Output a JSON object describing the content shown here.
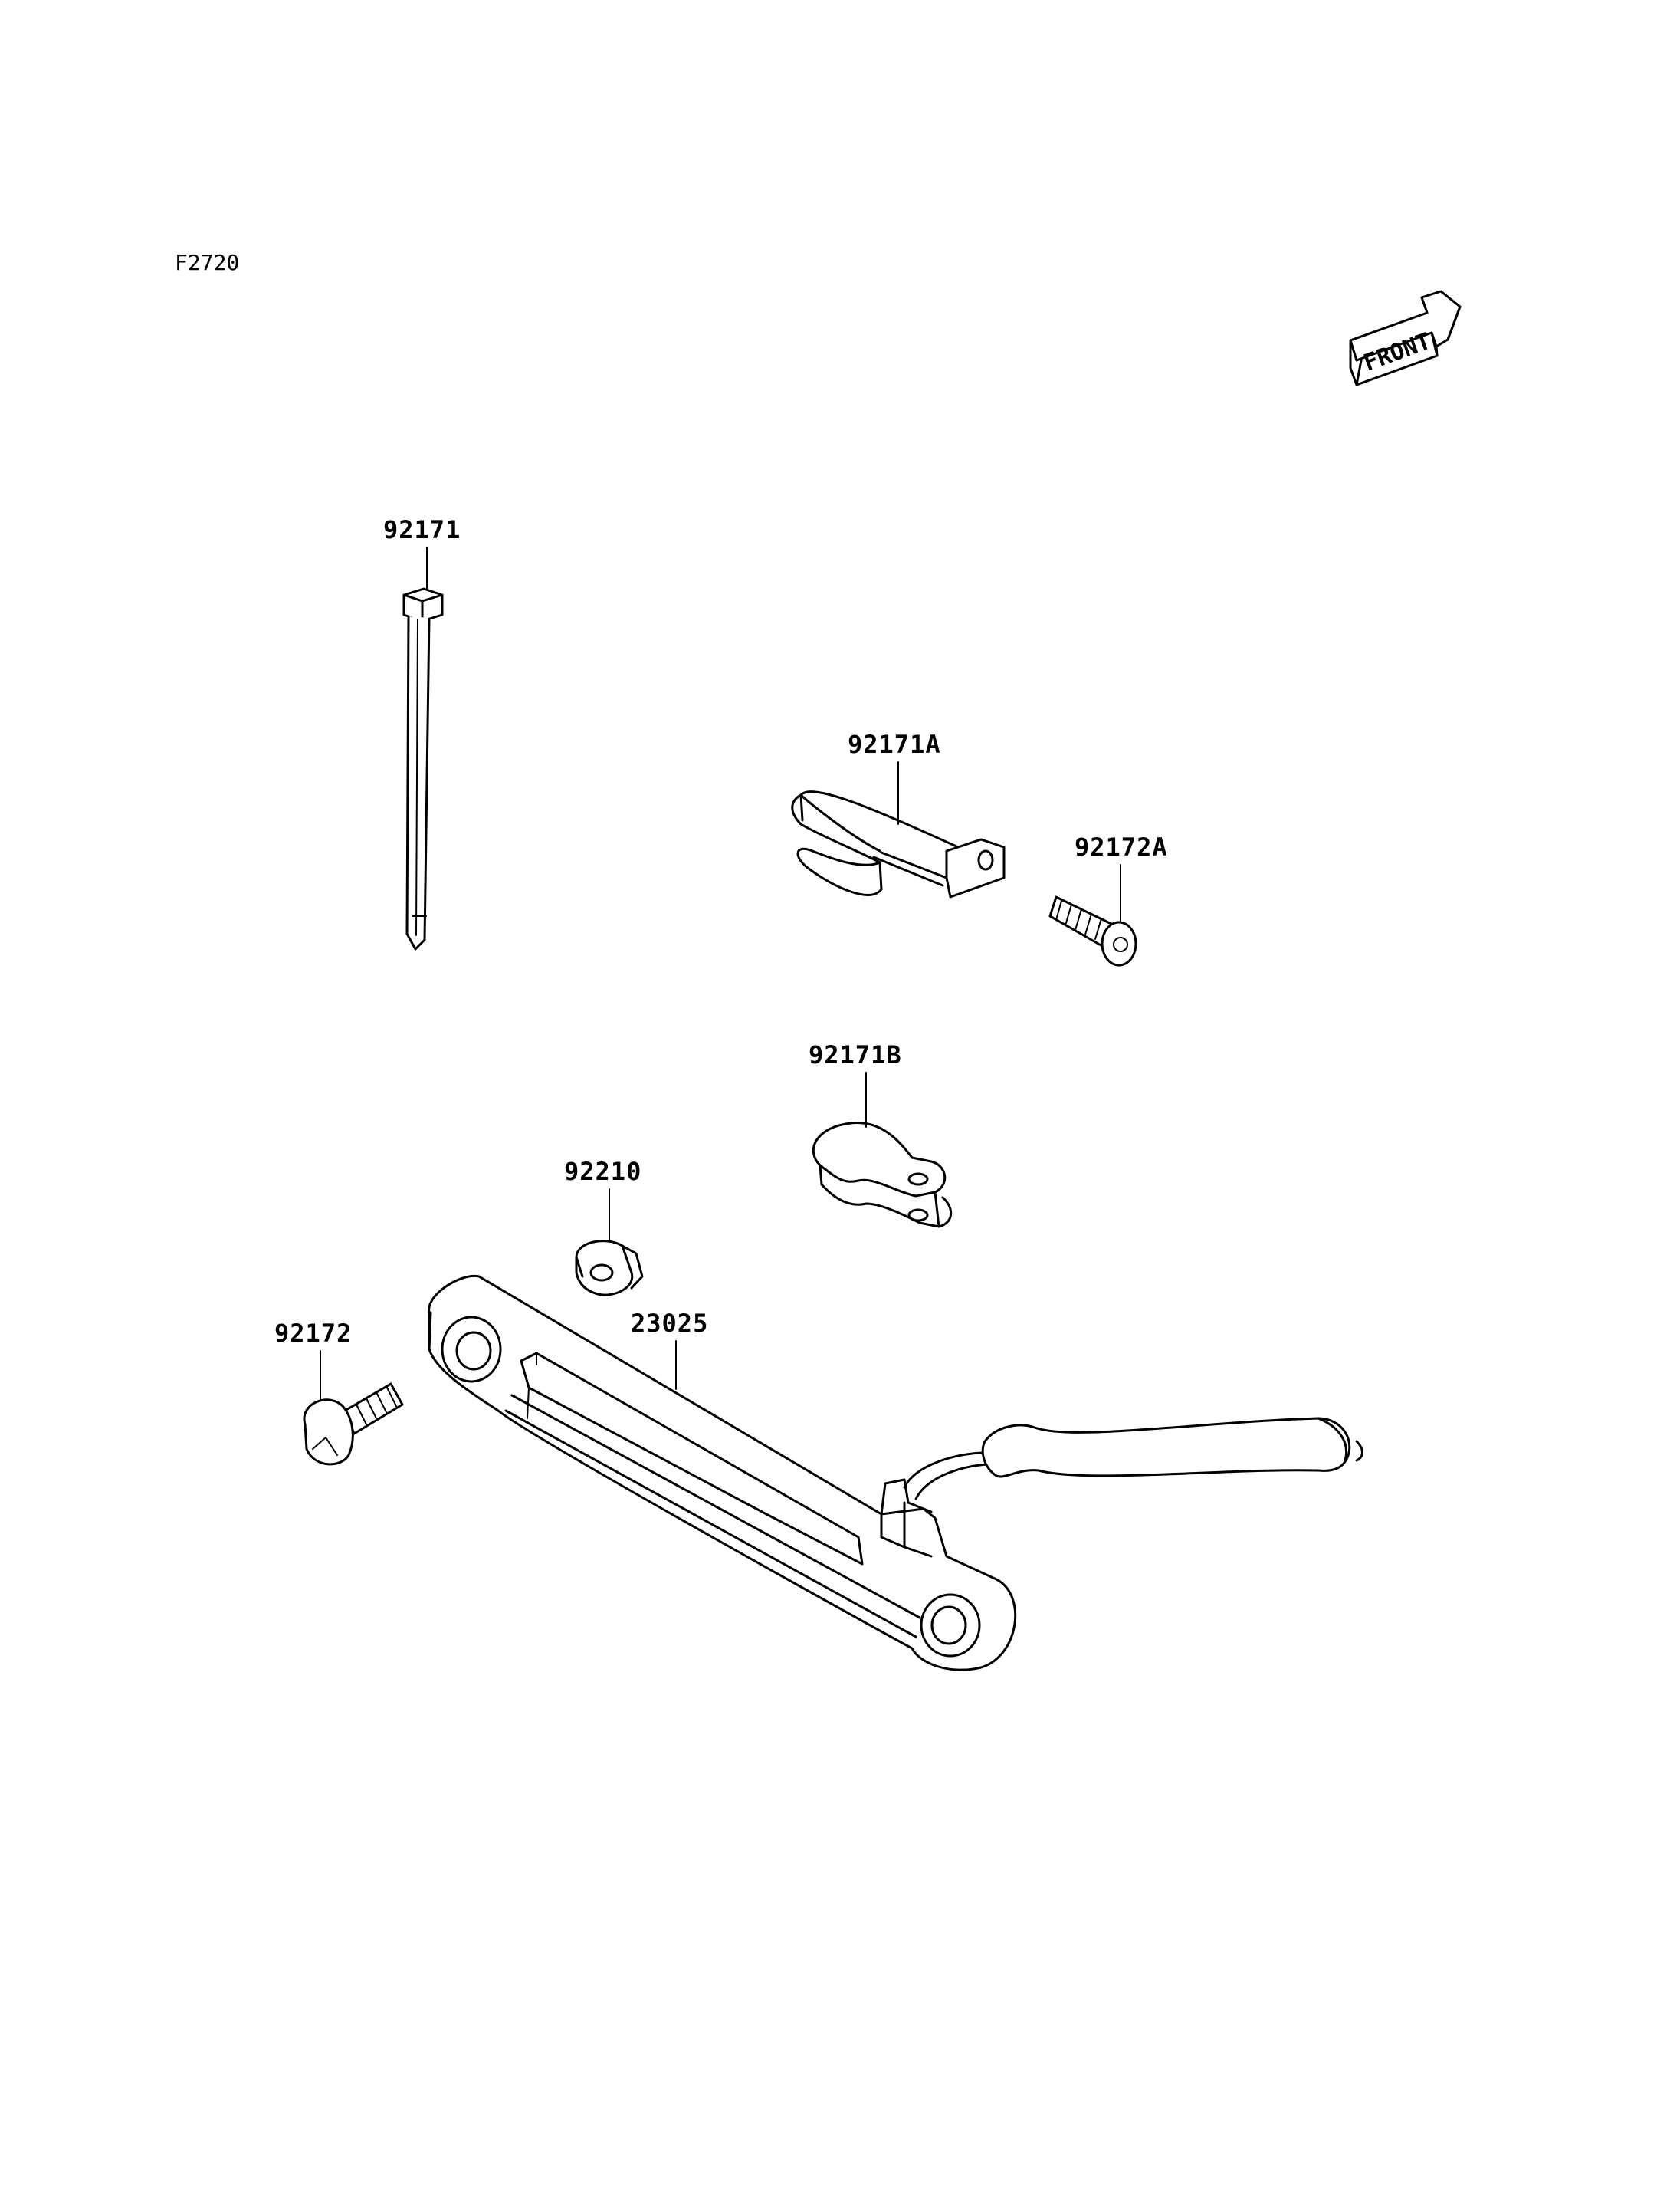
{
  "diagram_id": "F2720",
  "front_label": "FRONT",
  "parts": [
    {
      "label": "92171",
      "part": "cable-tie"
    },
    {
      "label": "92171A",
      "part": "clamp-bracket"
    },
    {
      "label": "92172A",
      "part": "button-head-bolt"
    },
    {
      "label": "92171B",
      "part": "p-clamp"
    },
    {
      "label": "92210",
      "part": "flange-nut"
    },
    {
      "label": "92172",
      "part": "pan-head-screw"
    },
    {
      "label": "23025",
      "part": "light-bracket-assembly"
    }
  ]
}
